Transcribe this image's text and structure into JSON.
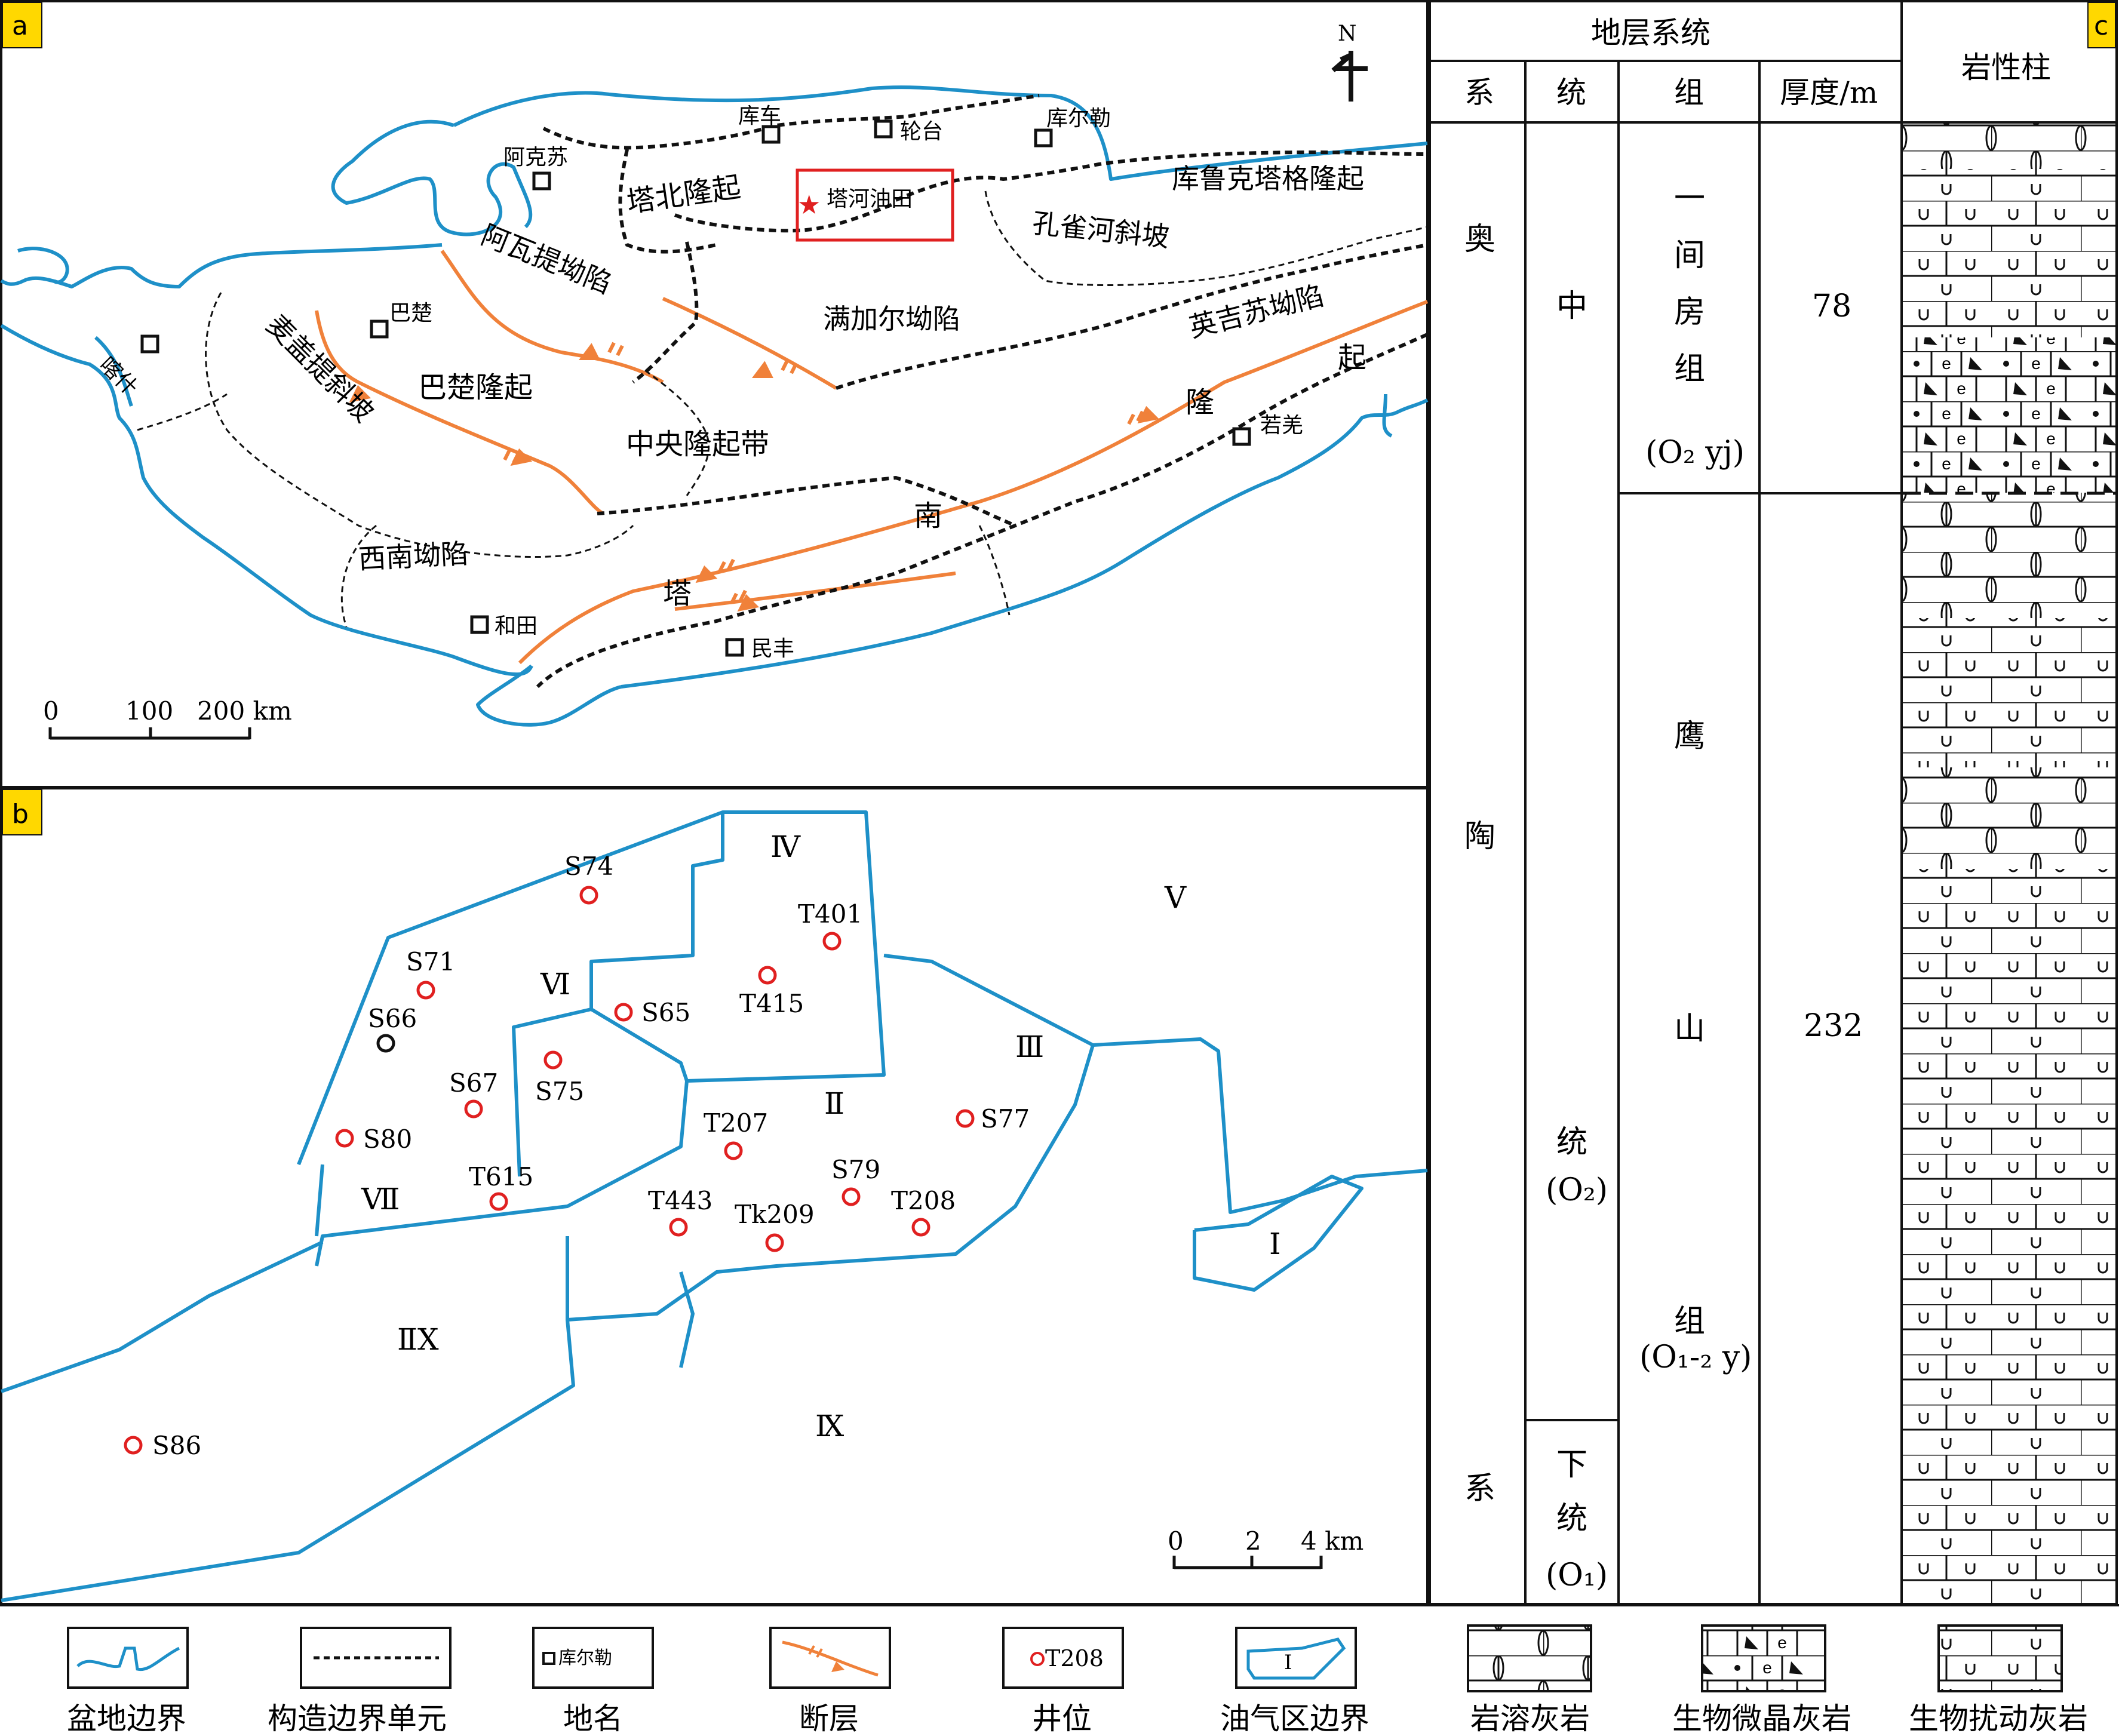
{
  "panels": {
    "a": "a",
    "b": "b",
    "c": "c"
  },
  "colors": {
    "basin_boundary": "#1e90c8",
    "fault": "#f0813a",
    "well": "#e02020",
    "label_bg": "#ffd800",
    "oilfield_box": "#e02020"
  },
  "map_a": {
    "north": "N",
    "places": {
      "akesu": "阿克苏",
      "kuche": "库车",
      "luntai": "轮台",
      "kuerle": "库尔勒",
      "bachu": "巴楚",
      "kashi": "喀什",
      "hetian": "和田",
      "minfeng": "民丰",
      "ruoqiang": "若羌"
    },
    "units": {
      "tabei": "塔北隆起",
      "kuluke": "库鲁克塔格隆起",
      "kongque": "孔雀河斜坡",
      "awati": "阿瓦提坳陷",
      "manjiaer": "满加尔坳陷",
      "yingjisu": "英吉苏坳陷",
      "bachu_uplift": "巴楚隆起",
      "maigaiti": "麦盖提斜坡",
      "zhongyang": "中央隆起带",
      "xinan": "西南坳陷",
      "tanan_1": "塔",
      "tanan_2": "南",
      "tanan_3": "隆",
      "tanan_4": "起"
    },
    "oilfield": "塔河油田",
    "scale": {
      "t0": "0",
      "t1": "100",
      "t2": "200 km"
    }
  },
  "map_b": {
    "zones": {
      "I": "Ⅰ",
      "II": "Ⅱ",
      "III": "Ⅲ",
      "IV": "Ⅳ",
      "V": "Ⅴ",
      "VI": "Ⅵ",
      "VII": "Ⅶ",
      "IIX": "ⅡX",
      "IX": "Ⅸ"
    },
    "wells": {
      "S74": "S74",
      "T401": "T401",
      "S71": "S71",
      "T415": "T415",
      "S66": "S66",
      "S65": "S65",
      "S67": "S67",
      "S75": "S75",
      "S80": "S80",
      "S77": "S77",
      "T207": "T207",
      "T615": "T615",
      "S79": "S79",
      "T443": "T443",
      "T208": "T208",
      "Tk209": "Tk209",
      "S86": "S86"
    },
    "scale": {
      "t0": "0",
      "t1": "2",
      "t2": "4 km"
    }
  },
  "column_c": {
    "header": {
      "group": "地层系统",
      "xi": "系",
      "tong": "统",
      "zu": "组",
      "thickness": "厚度/m",
      "lithology": "岩性柱"
    },
    "system": {
      "c1": "奥",
      "c2": "陶",
      "c3": "系"
    },
    "series_mid": {
      "c1": "中",
      "c2": "统",
      "c3": "(O₂)"
    },
    "series_low": {
      "c1": "下",
      "c2": "统",
      "c3": "(O₁)"
    },
    "formation_upper": {
      "c1": "一",
      "c2": "间",
      "c3": "房",
      "c4": "组",
      "code": "(O₂ yj)"
    },
    "formation_lower": {
      "c1": "鹰",
      "c2": "山",
      "c3": "组",
      "code": "(O₁-₂ y)"
    },
    "thickness_upper": "78",
    "thickness_lower": "232"
  },
  "legend": {
    "basin": "盆地边界",
    "struct": "构造边界单元",
    "place": "地名",
    "fault": "断层",
    "well": "井位",
    "oilgas": "油气区边界",
    "karst": "岩溶灰岩",
    "micrite": "生物微晶灰岩",
    "bioturb": "生物扰动灰岩",
    "sample_place": "库尔勒",
    "sample_well": "T208",
    "sample_zone": "Ⅰ"
  }
}
